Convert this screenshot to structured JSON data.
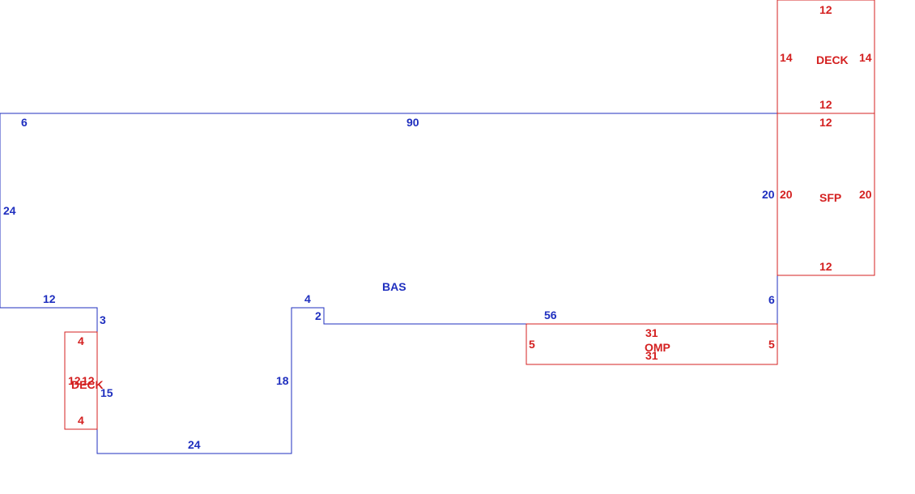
{
  "colors": {
    "main_outline": "#1f2fbf",
    "addition_outline": "#d42020"
  },
  "areas": {
    "bas": {
      "name": "BAS",
      "dims": {
        "top": "6",
        "top_main": "90",
        "left": "24",
        "right": "20",
        "step_top": "12",
        "step_right": "3",
        "inner_vertical": "15",
        "bottom": "24",
        "notch_vertical": "18",
        "notch_top": "4",
        "notch_step": "2",
        "bottom_right_run": "56",
        "right_lower": "6"
      }
    },
    "deck_top": {
      "name": "DECK",
      "dims": {
        "top": "12",
        "left": "14",
        "right": "14",
        "bottom": "12"
      }
    },
    "sfp": {
      "name": "SFP",
      "dims": {
        "top": "12",
        "left": "20",
        "right": "20",
        "bottom": "12"
      }
    },
    "omp": {
      "name": "OMP",
      "dims": {
        "top": "31",
        "left": "5",
        "right": "5",
        "bottom": "31"
      }
    },
    "deck_left": {
      "name": "DECK",
      "dims": {
        "top": "4",
        "left": "12",
        "right": "12",
        "bottom": "4"
      }
    }
  }
}
